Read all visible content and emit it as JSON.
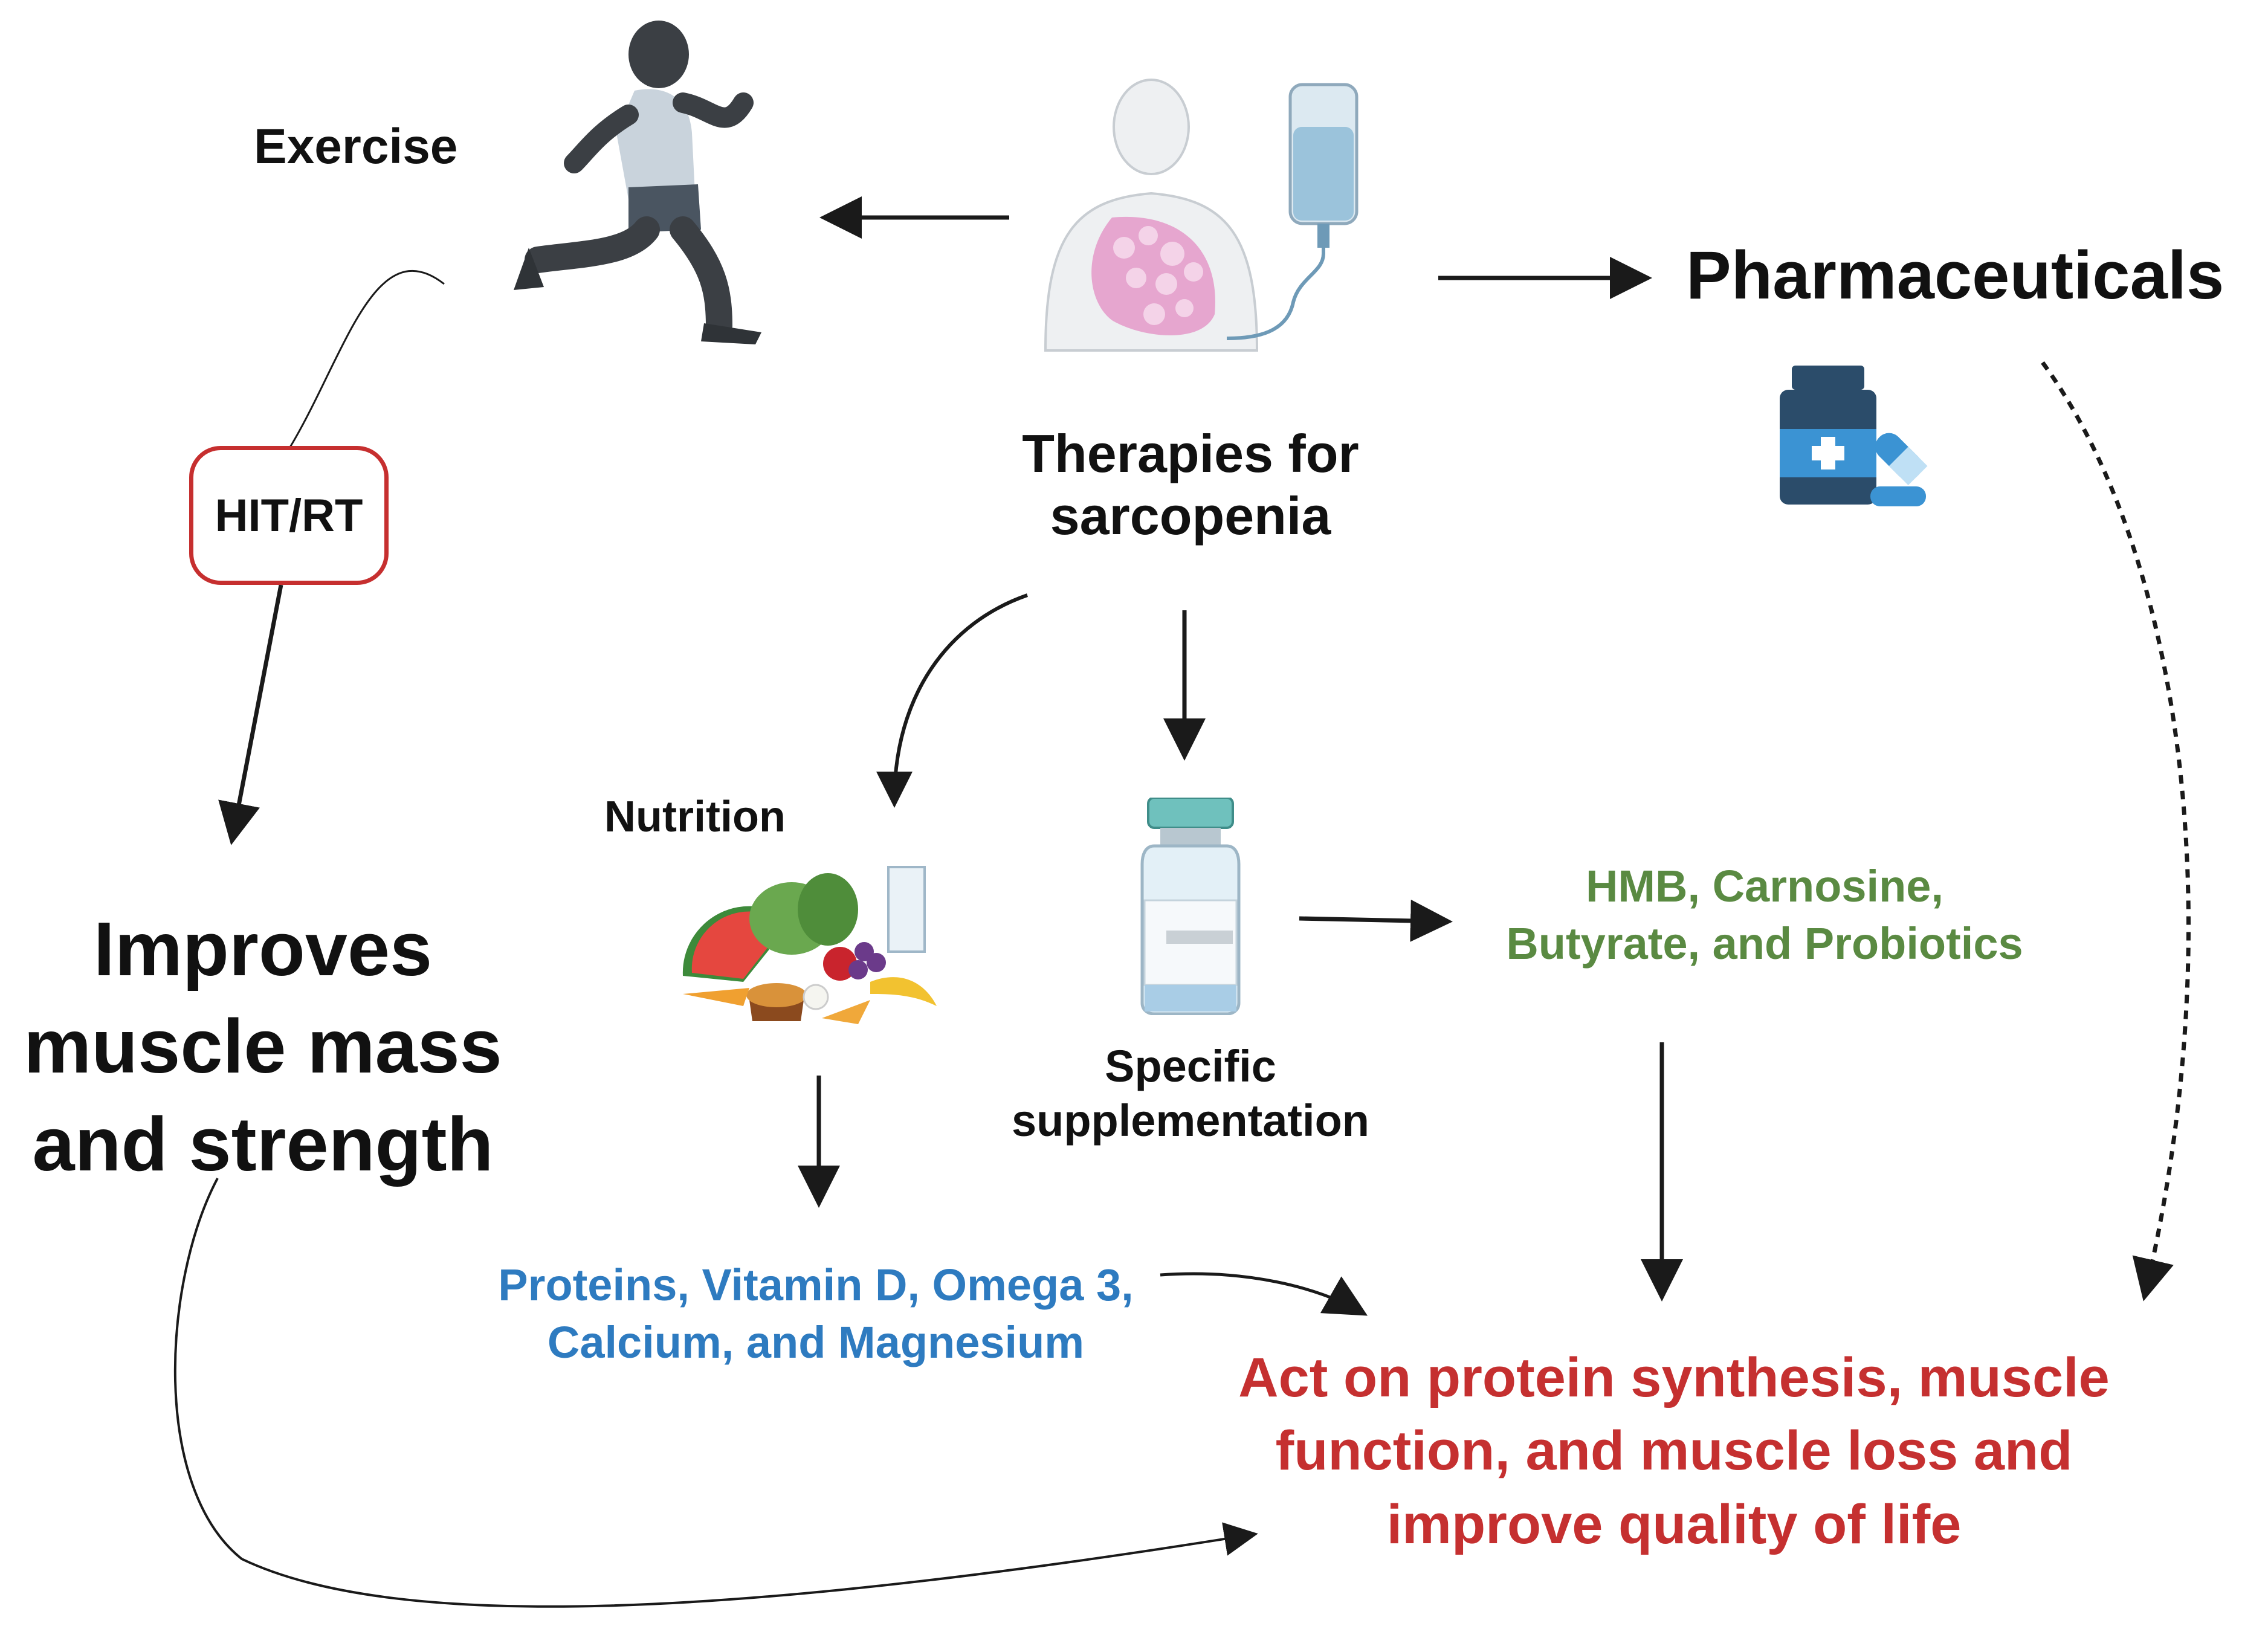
{
  "labels": {
    "exercise": "Exercise",
    "pharmaceuticals": "Pharmaceuticals",
    "therapies_line1": "Therapies for",
    "therapies_line2": "sarcopenia",
    "hit_rt": "HIT/RT",
    "improves_line1": "Improves",
    "improves_line2": "muscle mass",
    "improves_line3": "and strength",
    "nutrition": "Nutrition",
    "specific_line1": "Specific",
    "specific_line2": "supplementation",
    "hmb_line1": "HMB, Carnosine,",
    "hmb_line2": "Butyrate, and Probiotics",
    "proteins_line1": "Proteins, Vitamin D, Omega 3,",
    "proteins_line2": "Calcium, and Magnesium",
    "act_line1": "Act on protein synthesis, muscle",
    "act_line2": "function, and muscle loss and",
    "act_line3": "improve quality of life"
  },
  "icons": [
    "runner-icon",
    "patient-iv-icon",
    "medicine-bottle-icon",
    "pills-icon",
    "food-icon",
    "vial-icon"
  ],
  "colors": {
    "hit_rt_border": "#c62f2f",
    "outcome_text": "#c53030",
    "supplement_text": "#5a8a42",
    "nutrient_text": "#2e7bc0"
  }
}
